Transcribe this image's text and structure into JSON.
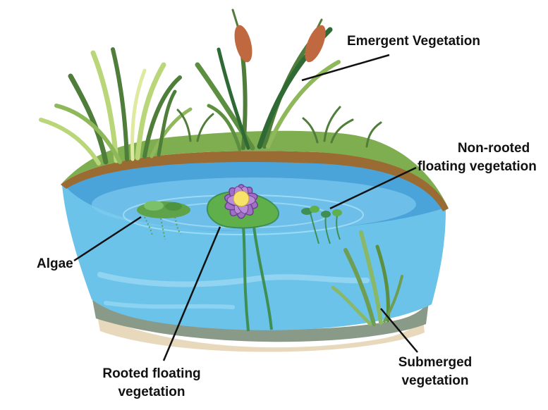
{
  "labels": {
    "emergent": "Emergent Vegetation",
    "nonrooted_1": "Non-rooted",
    "nonrooted_2": "floating vegetation",
    "algae": "Algae",
    "rooted_1": "Rooted floating",
    "rooted_2": "vegetation",
    "submerged_1": "Submerged",
    "submerged_2": "vegetation"
  },
  "colors": {
    "water": "#6cc3ea",
    "water_dark": "#3a93cf",
    "bank_green": "#7fae50",
    "bank_brown": "#9a6b33",
    "sediment": "#8a9a88",
    "sand": "#e8d9bd",
    "reed_dark": "#4f7d3a",
    "reed_light": "#b9d779",
    "cattail": "#c0683f",
    "lily_petal": "#a070c4",
    "lily_center": "#f6e36a",
    "algae": "#5ea34a"
  }
}
